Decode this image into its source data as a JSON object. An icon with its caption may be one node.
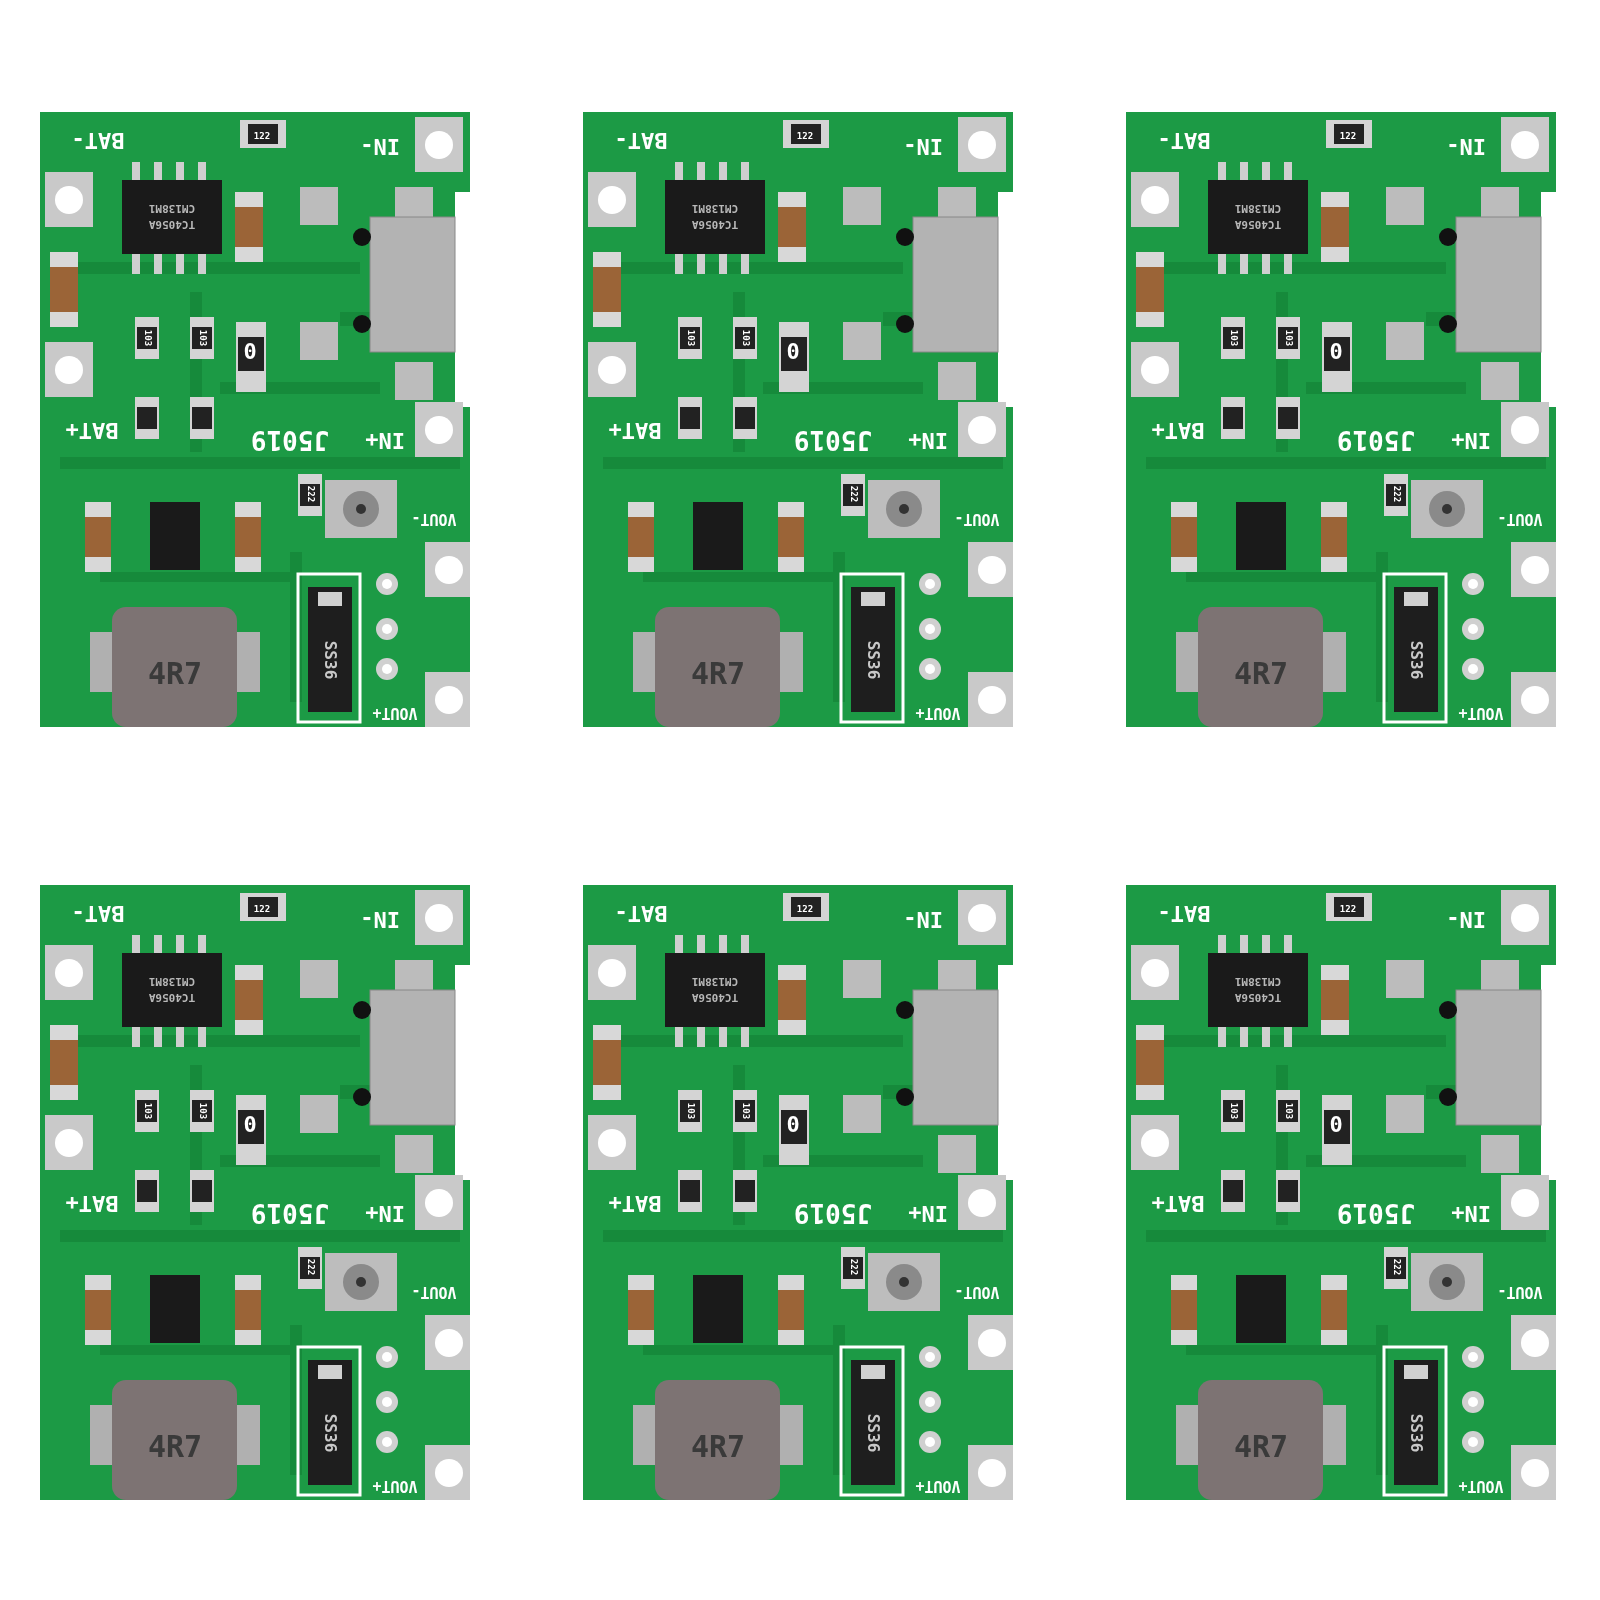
{
  "diagram": {
    "labels": [
      "BAT-",
      "122",
      "IN-",
      "TC4056A",
      "CM138M1",
      "103",
      "103",
      "0",
      "BAT+",
      "J5019",
      "IN+",
      "222",
      "VOUT-",
      "4R7",
      "SS36",
      "VOUT+",
      "BAT-",
      "122",
      "IN-",
      "TC4056A",
      "CM138M1",
      "103",
      "103",
      "0",
      "BAT+",
      "J5019",
      "IN+",
      "222",
      "VOUT-",
      "4R7",
      "SS36",
      "VOUT+",
      "BAT-",
      "122",
      "IN-",
      "TC4056A",
      "CM138M1",
      "103",
      "103",
      "0",
      "BAT+",
      "J5019",
      "IN+",
      "222",
      "VOUT-",
      "4R7",
      "SS36",
      "VOUT+",
      "BAT-",
      "122",
      "IN-",
      "TC4056A",
      "CM138M1",
      "103",
      "103",
      "0",
      "BAT+",
      "J5019",
      "IN+",
      "222",
      "VOUT-",
      "4R7",
      "SS36",
      "VOUT+",
      "BAT-",
      "122",
      "IN-",
      "TC4056A",
      "CM138M1",
      "103",
      "103",
      "0",
      "BAT+",
      "J5019",
      "IN+",
      "222",
      "VOUT-",
      "4R7",
      "SS36",
      "VOUT+",
      "BAT-",
      "122",
      "IN-",
      "TC4056A",
      "CM138M1",
      "103",
      "103",
      "0",
      "BAT+",
      "J5019",
      "IN+",
      "222",
      "VOUT-",
      "4R7",
      "SS36",
      "VOUT+"
    ]
  }
}
